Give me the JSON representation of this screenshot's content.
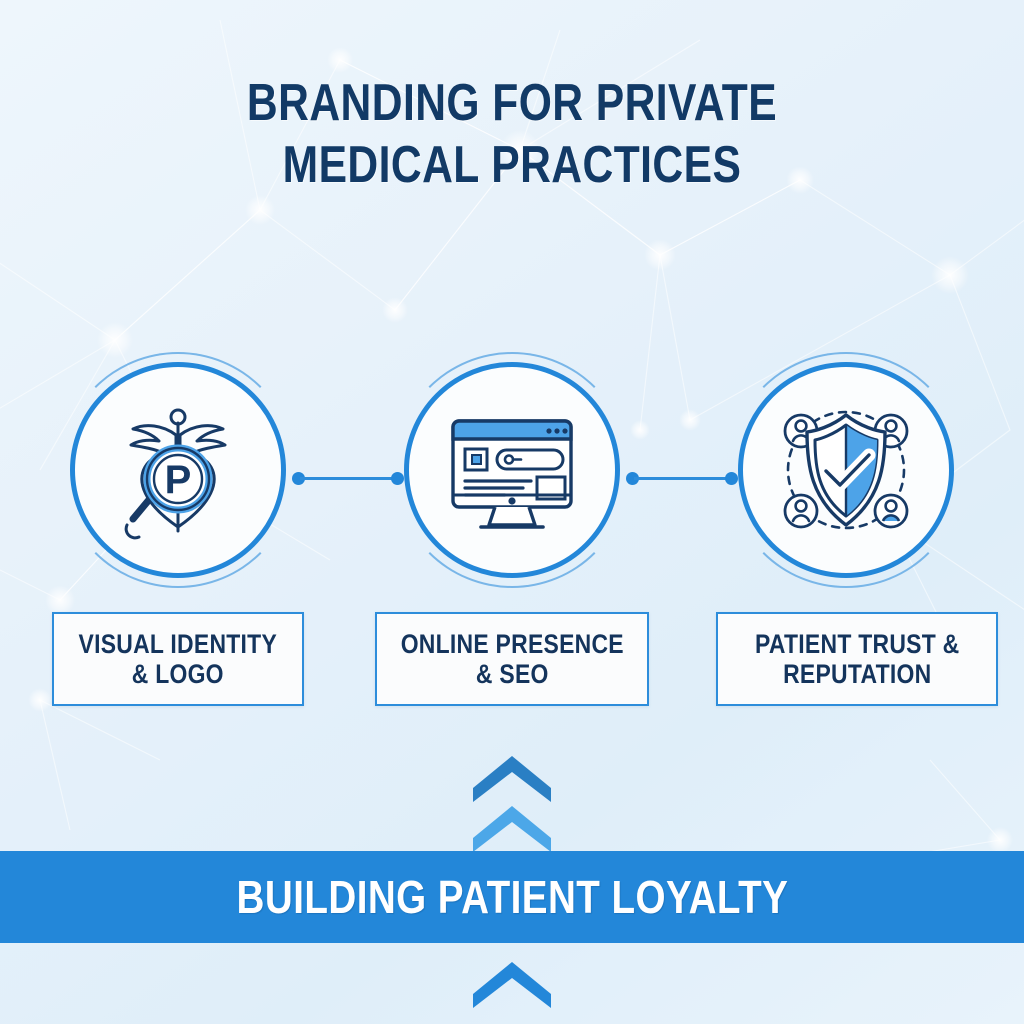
{
  "title": {
    "line1": "BRANDING FOR PRIVATE",
    "line2": "MEDICAL PRACTICES"
  },
  "colors": {
    "primary_blue": "#2387d9",
    "light_blue": "#4da3e8",
    "navy": "#14345c",
    "background": "#e9f3fb",
    "card_white": "#fbfcfd"
  },
  "pillars": [
    {
      "id": "visual-identity",
      "icon": "caduceus-magnifier-heart-icon",
      "label": "VISUAL IDENTITY\n& LOGO",
      "icon_letter": "P"
    },
    {
      "id": "online-presence",
      "icon": "desktop-website-seo-icon",
      "label": "ONLINE PRESENCE\n& SEO"
    },
    {
      "id": "patient-trust",
      "icon": "shield-check-people-icon",
      "label": "PATIENT TRUST &\nREPUTATION"
    }
  ],
  "banner": {
    "text": "BUILDING PATIENT LOYALTY"
  },
  "arrows": {
    "top_chevrons": 2,
    "bottom_chevrons": 1,
    "direction": "up"
  }
}
